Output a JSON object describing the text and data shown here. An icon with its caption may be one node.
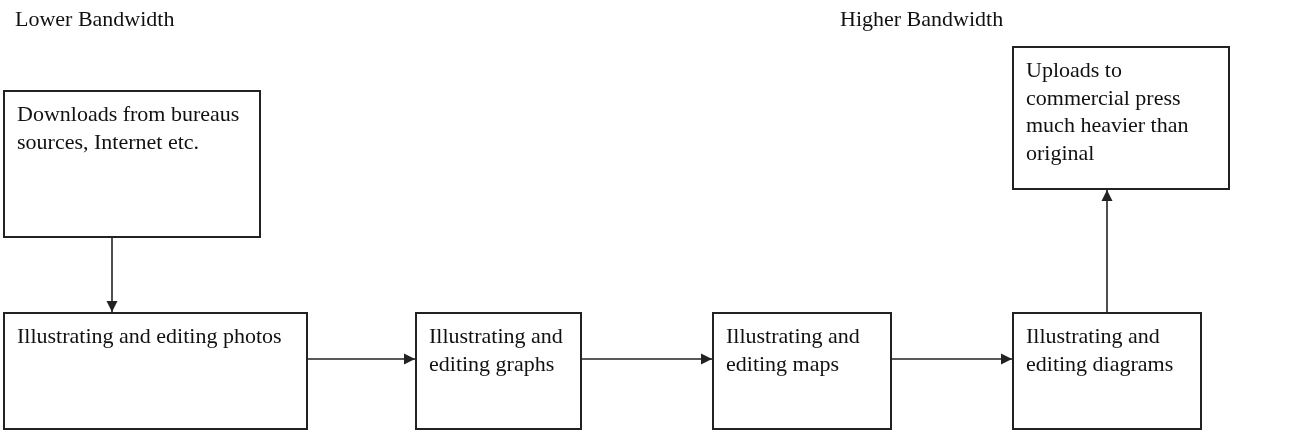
{
  "diagram": {
    "nodes": [
      {
        "text": [
          "Downloads from bureaus sources, Internet etc."
        ]
      },
      {
        "text": [
          "Illustrating and editing photos"
        ]
      },
      {
        "text": [
          "Illustrating and editing graphs"
        ]
      },
      {
        "text": [
          "Illustrating and editing maps"
        ]
      },
      {
        "text": [
          "Illustrating and editing diagrams"
        ]
      },
      {
        "text": [
          "Uploads to commercial press much heavier than original"
        ]
      }
    ],
    "edges": [
      {
        "from": 0,
        "to": 1,
        "arrow": "to"
      },
      {
        "from": 1,
        "to": 2,
        "arrow": "to"
      },
      {
        "from": 2,
        "to": 3,
        "arrow": "to"
      },
      {
        "from": 3,
        "to": 4,
        "arrow": "to"
      },
      {
        "from": 4,
        "to": 5,
        "arrow": "to"
      }
    ],
    "labels": [
      "Lower Bandwidth",
      "Higher Bandwidth"
    ]
  }
}
